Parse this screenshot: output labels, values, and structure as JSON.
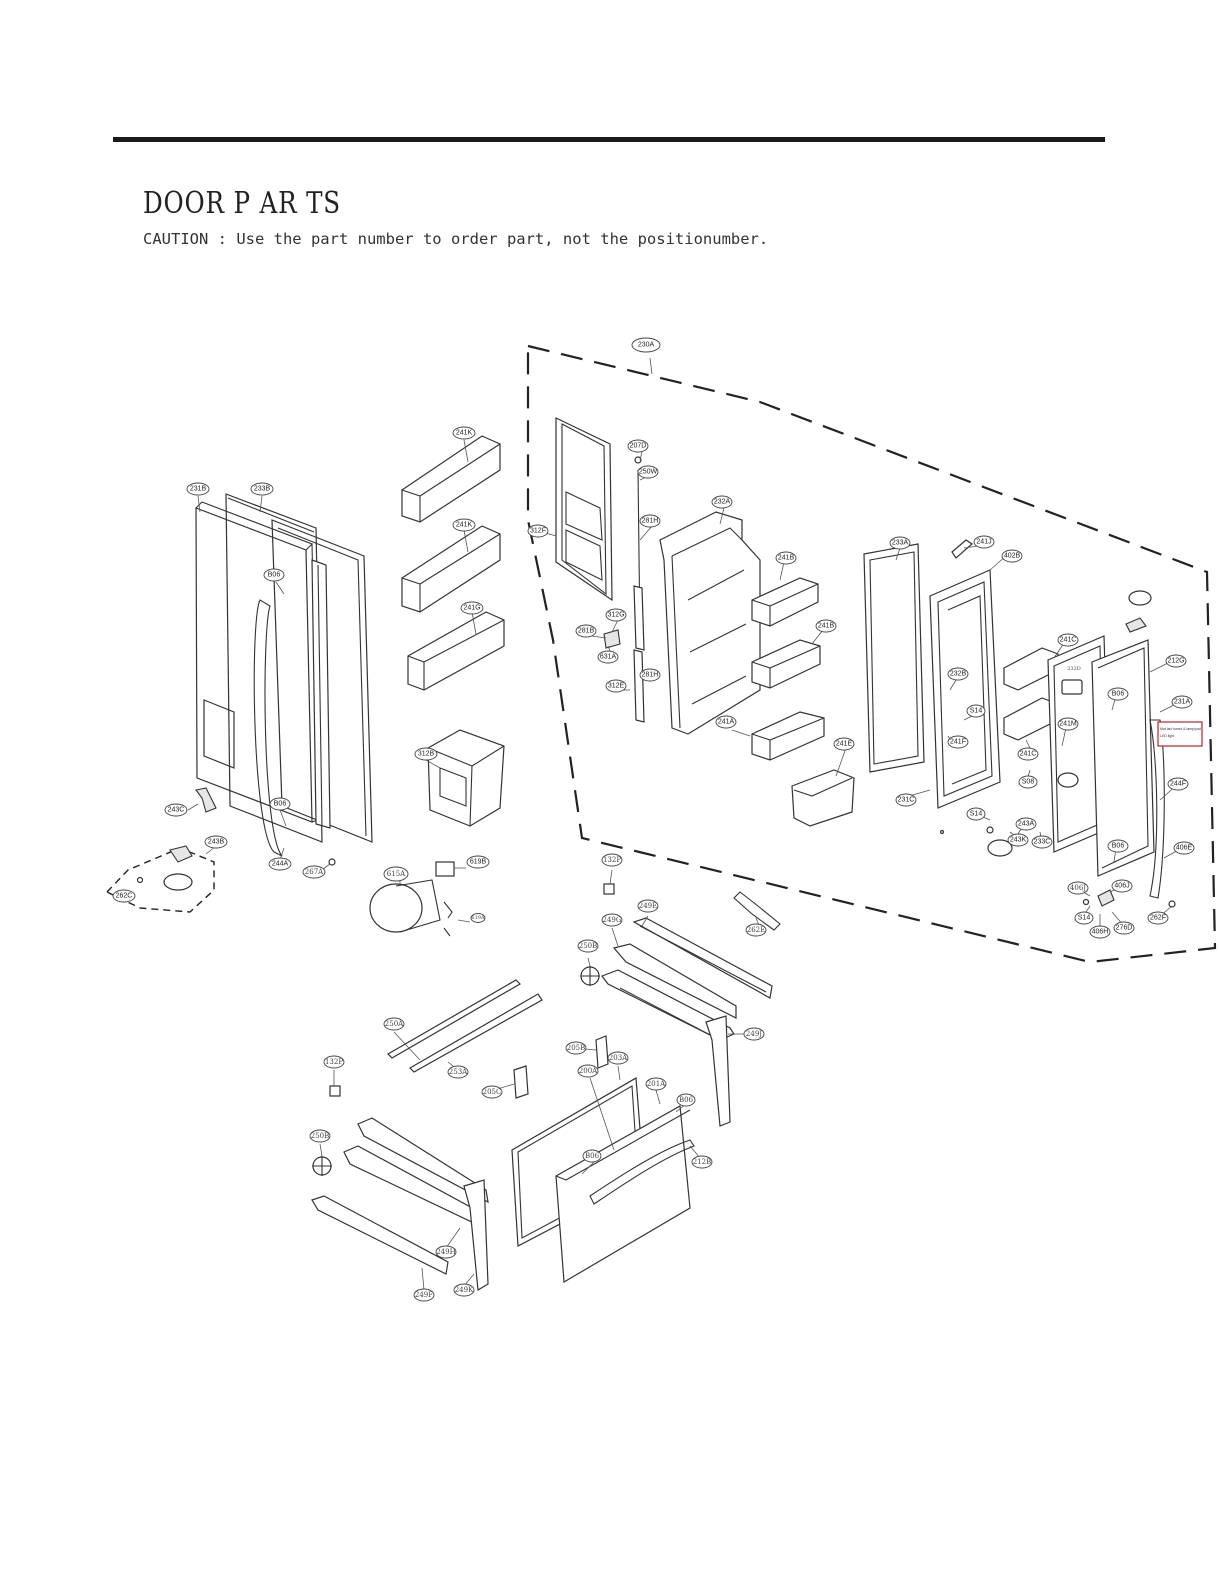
{
  "page": {
    "title": "DOOR P AR TS",
    "caution": "CAUTION : Use the part number to order part, not the positionumber."
  },
  "callouts": [
    {
      "label": "230A"
    },
    {
      "label": "241K"
    },
    {
      "label": "241K"
    },
    {
      "label": "241G"
    },
    {
      "label": "231B"
    },
    {
      "label": "233B"
    },
    {
      "label": "B06"
    },
    {
      "label": "B06"
    },
    {
      "label": "243C"
    },
    {
      "label": "243B"
    },
    {
      "label": "244A"
    },
    {
      "label": "267A"
    },
    {
      "label": "262C"
    },
    {
      "label": "312B"
    },
    {
      "label": "615A"
    },
    {
      "label": "619B"
    },
    {
      "label": "619A"
    },
    {
      "label": "207D"
    },
    {
      "label": "250W"
    },
    {
      "label": "312F"
    },
    {
      "label": "281H"
    },
    {
      "label": "312G"
    },
    {
      "label": "281B"
    },
    {
      "label": "631A"
    },
    {
      "label": "281H"
    },
    {
      "label": "312E"
    },
    {
      "label": "232A"
    },
    {
      "label": "241B"
    },
    {
      "label": "241B"
    },
    {
      "label": "241A"
    },
    {
      "label": "241E"
    },
    {
      "label": "233A"
    },
    {
      "label": "241J"
    },
    {
      "label": "402B"
    },
    {
      "label": "232B"
    },
    {
      "label": "S14"
    },
    {
      "label": "241F"
    },
    {
      "label": "231C"
    },
    {
      "label": "241C"
    },
    {
      "label": "241C"
    },
    {
      "label": "241M"
    },
    {
      "label": "S08"
    },
    {
      "label": "S14"
    },
    {
      "label": "243A"
    },
    {
      "label": "243K"
    },
    {
      "label": "233C"
    },
    {
      "label": "212G"
    },
    {
      "label": "B06"
    },
    {
      "label": "231A"
    },
    {
      "label": "244F"
    },
    {
      "label": "B06"
    },
    {
      "label": "406E"
    },
    {
      "label": "406J"
    },
    {
      "label": "406J"
    },
    {
      "label": "S14"
    },
    {
      "label": "406H"
    },
    {
      "label": "276D"
    },
    {
      "label": "262F"
    },
    {
      "label": "132P"
    },
    {
      "label": "249E"
    },
    {
      "label": "249G"
    },
    {
      "label": "262E"
    },
    {
      "label": "250B"
    },
    {
      "label": "249J"
    },
    {
      "label": "250A"
    },
    {
      "label": "253A"
    },
    {
      "label": "132P"
    },
    {
      "label": "205B"
    },
    {
      "label": "205C"
    },
    {
      "label": "200A"
    },
    {
      "label": "203A"
    },
    {
      "label": "201A"
    },
    {
      "label": "B06"
    },
    {
      "label": "B06"
    },
    {
      "label": "212B"
    },
    {
      "label": "250B"
    },
    {
      "label": "249H"
    },
    {
      "label": "249F"
    },
    {
      "label": "249K"
    },
    {
      "label": "232D"
    }
  ],
  "note": {
    "line1": "Mat lab/ toned & lamp/pad",
    "line2": "LED light"
  }
}
